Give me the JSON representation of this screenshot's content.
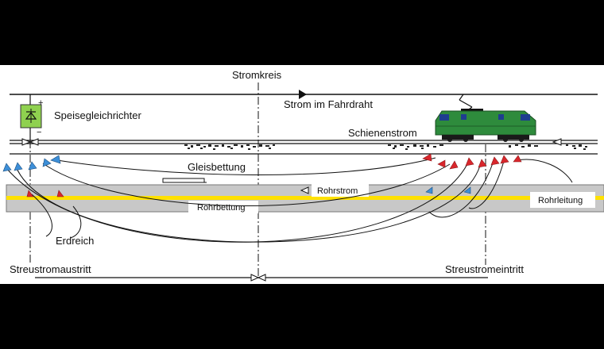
{
  "diagram": {
    "labels": {
      "stromkreis": "Stromkreis",
      "fahrdraht": "Strom im Fahrdraht",
      "speisegleichrichter": "Speisegleichrichter",
      "schienenstrom": "Schienenstrom",
      "gleisbettung": "Gleisbettung",
      "rohrstrom": "Rohrstrom",
      "rohrbettung": "Rohrbettung",
      "rohrleitung": "Rohrleitung",
      "erdreich": "Erdreich",
      "austritt": "Streustromaustritt",
      "eintritt": "Streustromeintritt"
    },
    "colors": {
      "rectifier": "#8fd14f",
      "locomotive": "#2e8b3c",
      "pipe": "#ffe100",
      "pipe_bed": "#c8c8c8",
      "arrow_in": "#d9262c",
      "arrow_out": "#3d8fd8"
    },
    "symbols": {
      "rectifier_plus": "+",
      "rectifier_minus": "−"
    }
  }
}
